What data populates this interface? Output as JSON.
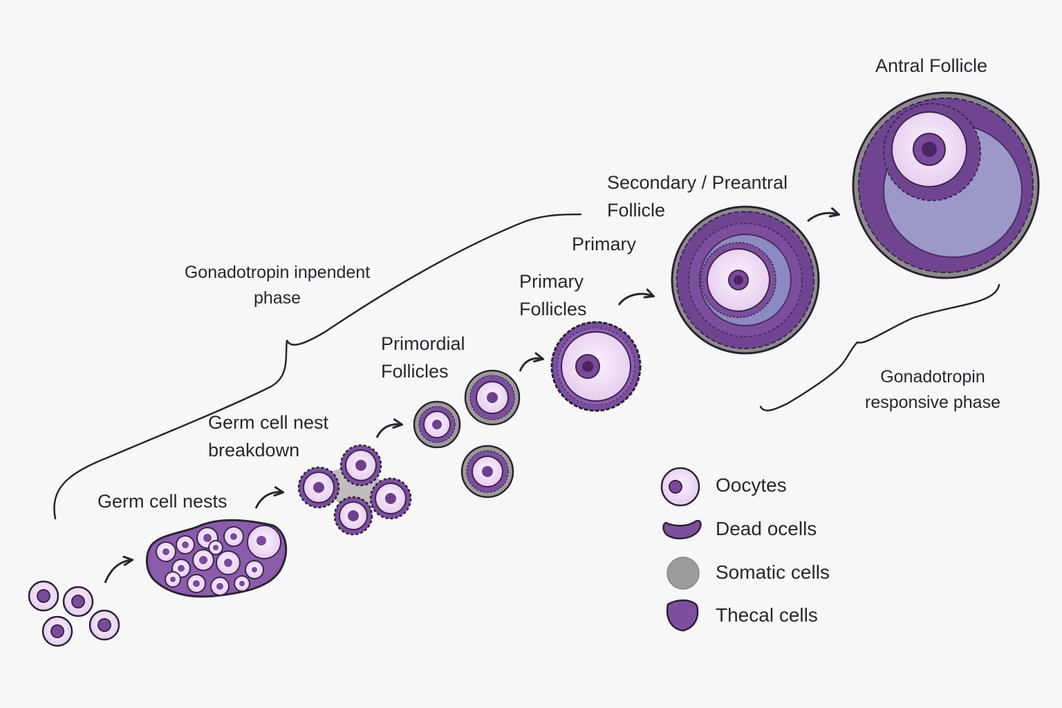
{
  "labels": {
    "germ_cell_nests": "Germ cell nests",
    "nest_breakdown_1": "Germ cell nest",
    "nest_breakdown_2": "breakdown",
    "primordial_1": "Primordial",
    "primordial_2": "Follicles",
    "primary_follicles_1": "Primary",
    "primary_follicles_2": "Follicles",
    "primary": "Primary",
    "secondary_1": "Secondary / Preantral",
    "secondary_2": "Follicle",
    "antral": "Antral Follicle",
    "independent_1": "Gonadotropin inpendent",
    "independent_2": "phase",
    "responsive_1": "Gonadotropin",
    "responsive_2": "responsive phase"
  },
  "legend": [
    {
      "icon": "oocyte-icon",
      "label": "Oocytes"
    },
    {
      "icon": "dead-cell-icon",
      "label": "Dead ocells"
    },
    {
      "icon": "somatic-cell-icon",
      "label": "Somatic cells"
    },
    {
      "icon": "thecal-cell-icon",
      "label": "Thecal cells"
    }
  ],
  "colors": {
    "oocyte_fill": "#ecd6f2",
    "nucleus": "#7b4a9c",
    "granulosa": "#7c4f9e",
    "somatic": "#9b9b9b",
    "antrum": "#9c98c8",
    "outline": "#2b2233"
  }
}
